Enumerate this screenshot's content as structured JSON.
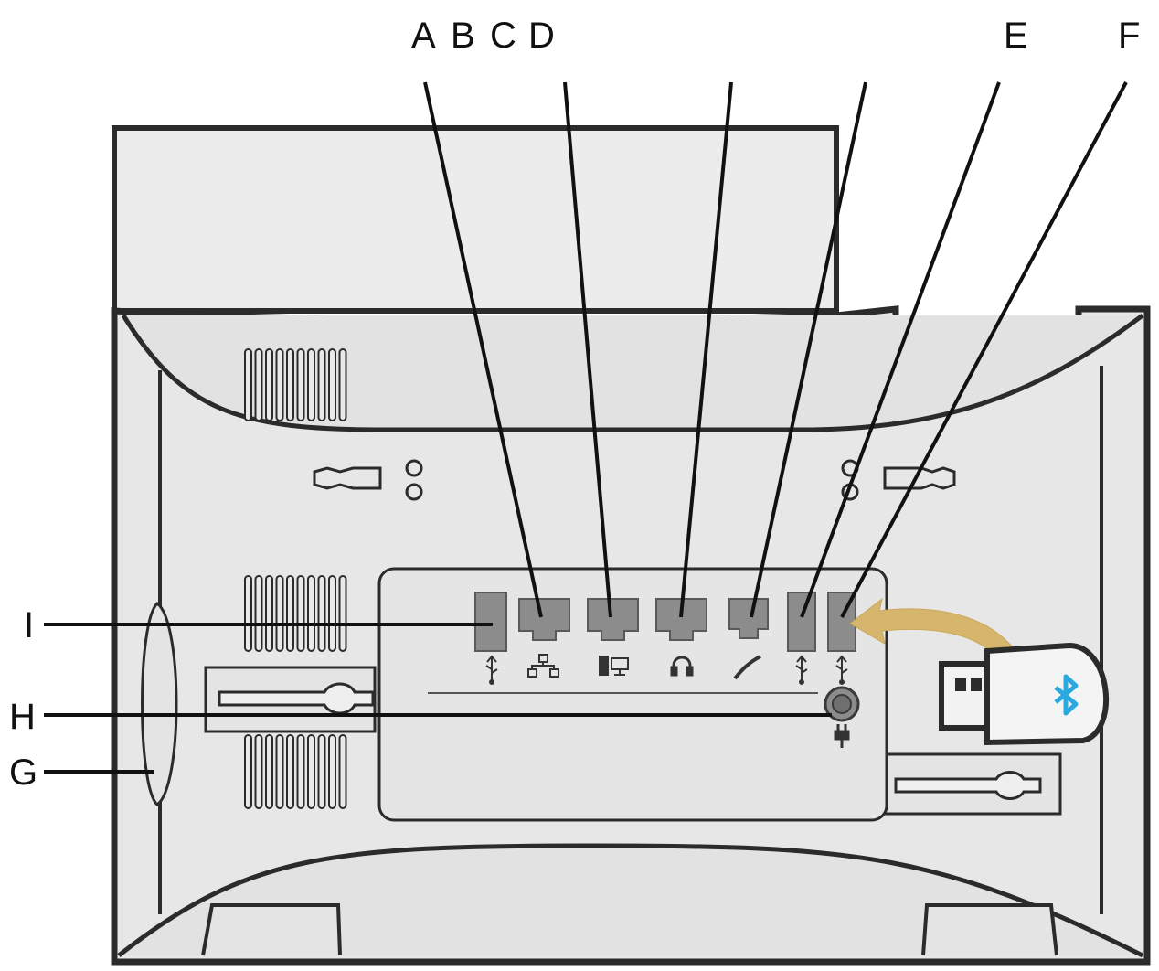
{
  "callouts": {
    "top": [
      "A",
      "B",
      "C",
      "D"
    ],
    "e": "E",
    "f": "F",
    "g": "G",
    "h": "H",
    "i": "I"
  },
  "ports": [
    {
      "name": "usb-port-i",
      "icon": "usb-icon"
    },
    {
      "name": "network-port",
      "icon": "network-icon"
    },
    {
      "name": "pc-port",
      "icon": "pc-icon"
    },
    {
      "name": "headset-port",
      "icon": "headset-icon"
    },
    {
      "name": "handset-port",
      "icon": "handset-icon"
    },
    {
      "name": "usb-port-e",
      "icon": "usb-icon"
    },
    {
      "name": "usb-port-f",
      "icon": "usb-icon"
    },
    {
      "name": "power-jack",
      "icon": "power-plug-icon"
    }
  ],
  "accessory": {
    "name": "bluetooth-dongle",
    "icon": "bluetooth-icon"
  },
  "colors": {
    "body": "#e9e9e9",
    "outline": "#2b2b2b",
    "port": "#8c8c8c",
    "arrow": "#d6b66c",
    "bluetooth": "#29a9e0"
  }
}
